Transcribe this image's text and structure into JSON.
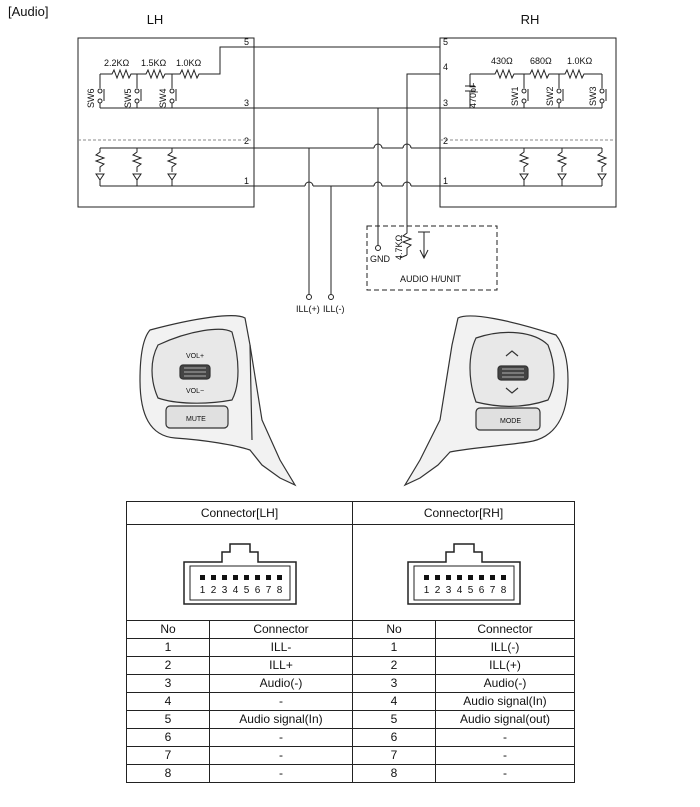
{
  "section_label": "[Audio]",
  "sides": {
    "left": "LH",
    "right": "RH"
  },
  "pins": {
    "p1": "1",
    "p2": "2",
    "p3": "3",
    "p4": "4",
    "p5": "5"
  },
  "lh": {
    "resistors": [
      "2.2KΩ",
      "1.5KΩ",
      "1.0KΩ"
    ],
    "switches": [
      "SW6",
      "SW5",
      "SW4"
    ]
  },
  "rh": {
    "capacitor": "470pF",
    "resistors": [
      "430Ω",
      "680Ω",
      "1.0KΩ"
    ],
    "switches": [
      "SW1",
      "SW2",
      "SW3"
    ]
  },
  "head_unit": {
    "gnd": "GND",
    "resistor": "4.7KΩ",
    "label": "AUDIO H/UNIT"
  },
  "ill": {
    "plus": "ILL(+)",
    "minus": "ILL(-)"
  },
  "buttons": {
    "vol_up": "VOL+",
    "vol_down": "VOL−",
    "mute": "MUTE",
    "mode": "MODE"
  },
  "connector_numbers": [
    "1",
    "2",
    "3",
    "4",
    "5",
    "6",
    "7",
    "8"
  ],
  "table": {
    "lh_title": "Connector[LH]",
    "rh_title": "Connector[RH]",
    "col_no": "No",
    "col_connector": "Connector",
    "rows": [
      {
        "lh_no": "1",
        "lh_conn": "ILL-",
        "rh_no": "1",
        "rh_conn": "ILL(-)"
      },
      {
        "lh_no": "2",
        "lh_conn": "ILL+",
        "rh_no": "2",
        "rh_conn": "ILL(+)"
      },
      {
        "lh_no": "3",
        "lh_conn": "Audio(-)",
        "rh_no": "3",
        "rh_conn": "Audio(-)"
      },
      {
        "lh_no": "4",
        "lh_conn": "-",
        "rh_no": "4",
        "rh_conn": "Audio signal(In)"
      },
      {
        "lh_no": "5",
        "lh_conn": "Audio signal(In)",
        "rh_no": "5",
        "rh_conn": "Audio signal(out)"
      },
      {
        "lh_no": "6",
        "lh_conn": "-",
        "rh_no": "6",
        "rh_conn": "-"
      },
      {
        "lh_no": "7",
        "lh_conn": "-",
        "rh_no": "7",
        "rh_conn": "-"
      },
      {
        "lh_no": "8",
        "lh_conn": "-",
        "rh_no": "8",
        "rh_conn": "-"
      }
    ]
  }
}
